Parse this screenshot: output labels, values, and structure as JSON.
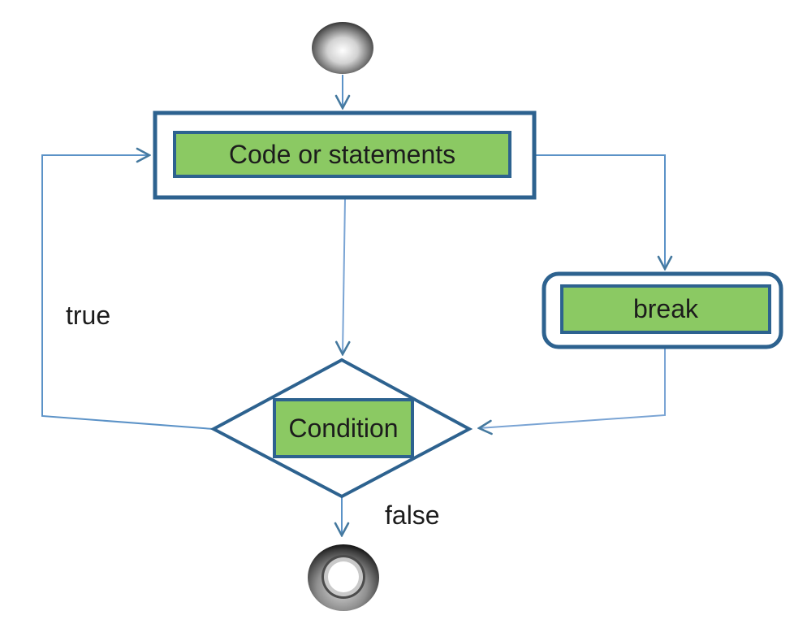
{
  "diagram": {
    "kind": "flowchart",
    "nodes": {
      "start": {
        "type": "initial-node"
      },
      "code": {
        "label": "Code or statements"
      },
      "brk": {
        "label": "break"
      },
      "condition": {
        "label": "Condition"
      },
      "end": {
        "type": "final-node"
      }
    },
    "labels": {
      "true": "true",
      "false": "false"
    },
    "colors": {
      "node_fill": "#8bc963",
      "node_border": "#2d628f",
      "container_border": "#2d628f",
      "connector": "#5b92c7",
      "arrowhead": "#45799f",
      "label_text": "#1c1c1c",
      "start_end_node_dark": "#141414"
    }
  }
}
